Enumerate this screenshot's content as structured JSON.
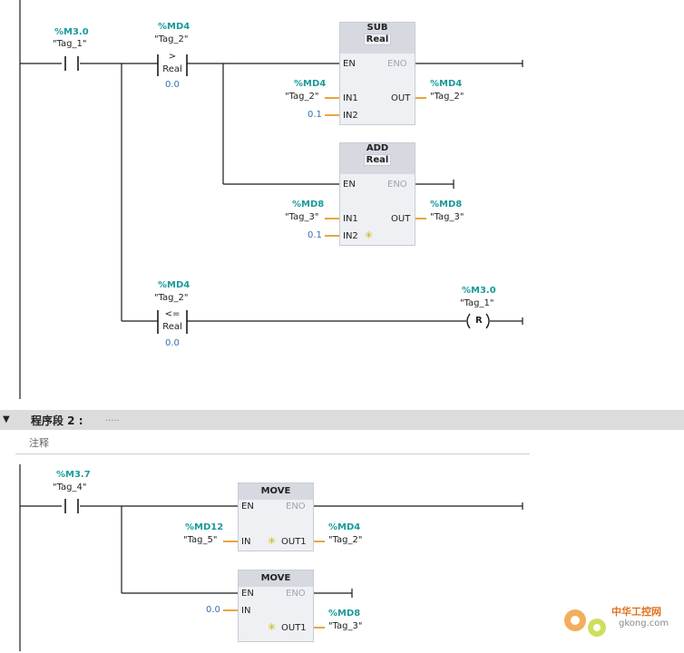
{
  "network1": {
    "contact1": {
      "address": "%M3.0",
      "symbol": "\"Tag_1\""
    },
    "cmp_gt": {
      "address": "%MD4",
      "symbol": "\"Tag_2\"",
      "op": ">",
      "type": "Real",
      "value": "0.0"
    },
    "sub": {
      "title": "SUB",
      "type": "Real",
      "en": "EN",
      "eno": "ENO",
      "in1": "IN1",
      "in2": "IN2",
      "out": "OUT",
      "in1_addr": "%MD4",
      "in1_sym": "\"Tag_2\"",
      "in2_val": "0.1",
      "out_addr": "%MD4",
      "out_sym": "\"Tag_2\""
    },
    "add": {
      "title": "ADD",
      "type": "Real",
      "en": "EN",
      "eno": "ENO",
      "in1": "IN1",
      "in2": "IN2",
      "out": "OUT",
      "in1_addr": "%MD8",
      "in1_sym": "\"Tag_3\"",
      "in2_val": "0.1",
      "out_addr": "%MD8",
      "out_sym": "\"Tag_3\""
    },
    "cmp_le": {
      "address": "%MD4",
      "symbol": "\"Tag_2\"",
      "op": "<=",
      "type": "Real",
      "value": "0.0"
    },
    "reset_coil": {
      "address": "%M3.0",
      "symbol": "\"Tag_1\"",
      "glyph": "R"
    }
  },
  "network2": {
    "header": {
      "title": "程序段 2 :",
      "dots": "....."
    },
    "comment": "注释",
    "contact1": {
      "address": "%M3.7",
      "symbol": "\"Tag_4\""
    },
    "move1": {
      "title": "MOVE",
      "en": "EN",
      "eno": "ENO",
      "in": "IN",
      "out1": "OUT1",
      "in_addr": "%MD12",
      "in_sym": "\"Tag_5\"",
      "out_addr": "%MD4",
      "out_sym": "\"Tag_2\""
    },
    "move2": {
      "title": "MOVE",
      "en": "EN",
      "eno": "ENO",
      "in": "IN",
      "out1": "OUT1",
      "in_val": "0.0",
      "out_addr": "%MD8",
      "out_sym": "\"Tag_3\""
    }
  },
  "watermark": {
    "name": "中华工控网",
    "url": "gkong.com"
  },
  "colors": {
    "wire": "#1a1a1a",
    "address": "#1a9a9a",
    "value": "#3b6fb0",
    "pin": "#e8a640",
    "header": "#d6d9e0"
  }
}
